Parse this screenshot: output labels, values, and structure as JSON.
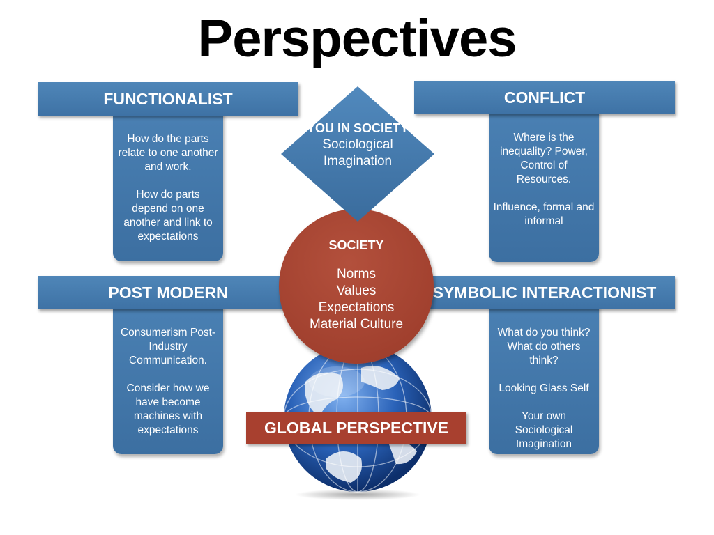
{
  "title": "Perspectives",
  "functionalist": {
    "header": "FUNCTIONALIST",
    "text1": "How do the parts relate to one another and work.",
    "text2": "How do parts depend on one another and link to expectations"
  },
  "conflict": {
    "header": "CONFLICT",
    "text1": "Where is the inequality? Power, Control of Resources.",
    "text2": "Influence, formal and informal"
  },
  "post_modern": {
    "header": "POST MODERN",
    "text1": "Consumerism Post-Industry Communication.",
    "text2": "Consider how we have become machines with expectations"
  },
  "symbolic": {
    "header": "SYMBOLIC INTERACTIONIST",
    "text1": "What do you think? What do others think?",
    "text2": "Looking Glass Self",
    "text3": "Your own Sociological Imagination"
  },
  "you_in_society": {
    "title": "YOU IN SOCIETY",
    "subtitle": "Sociological Imagination"
  },
  "society": {
    "title": "SOCIETY",
    "items": [
      "Norms",
      "Values",
      "Expectations",
      "Material Culture"
    ]
  },
  "global": {
    "label": "GLOBAL PERSPECTIVE"
  },
  "colors": {
    "blue": "#3f74a7",
    "red": "#a8402f",
    "globe": "#1f4f9a"
  },
  "icons": {
    "globe": "globe-icon"
  }
}
